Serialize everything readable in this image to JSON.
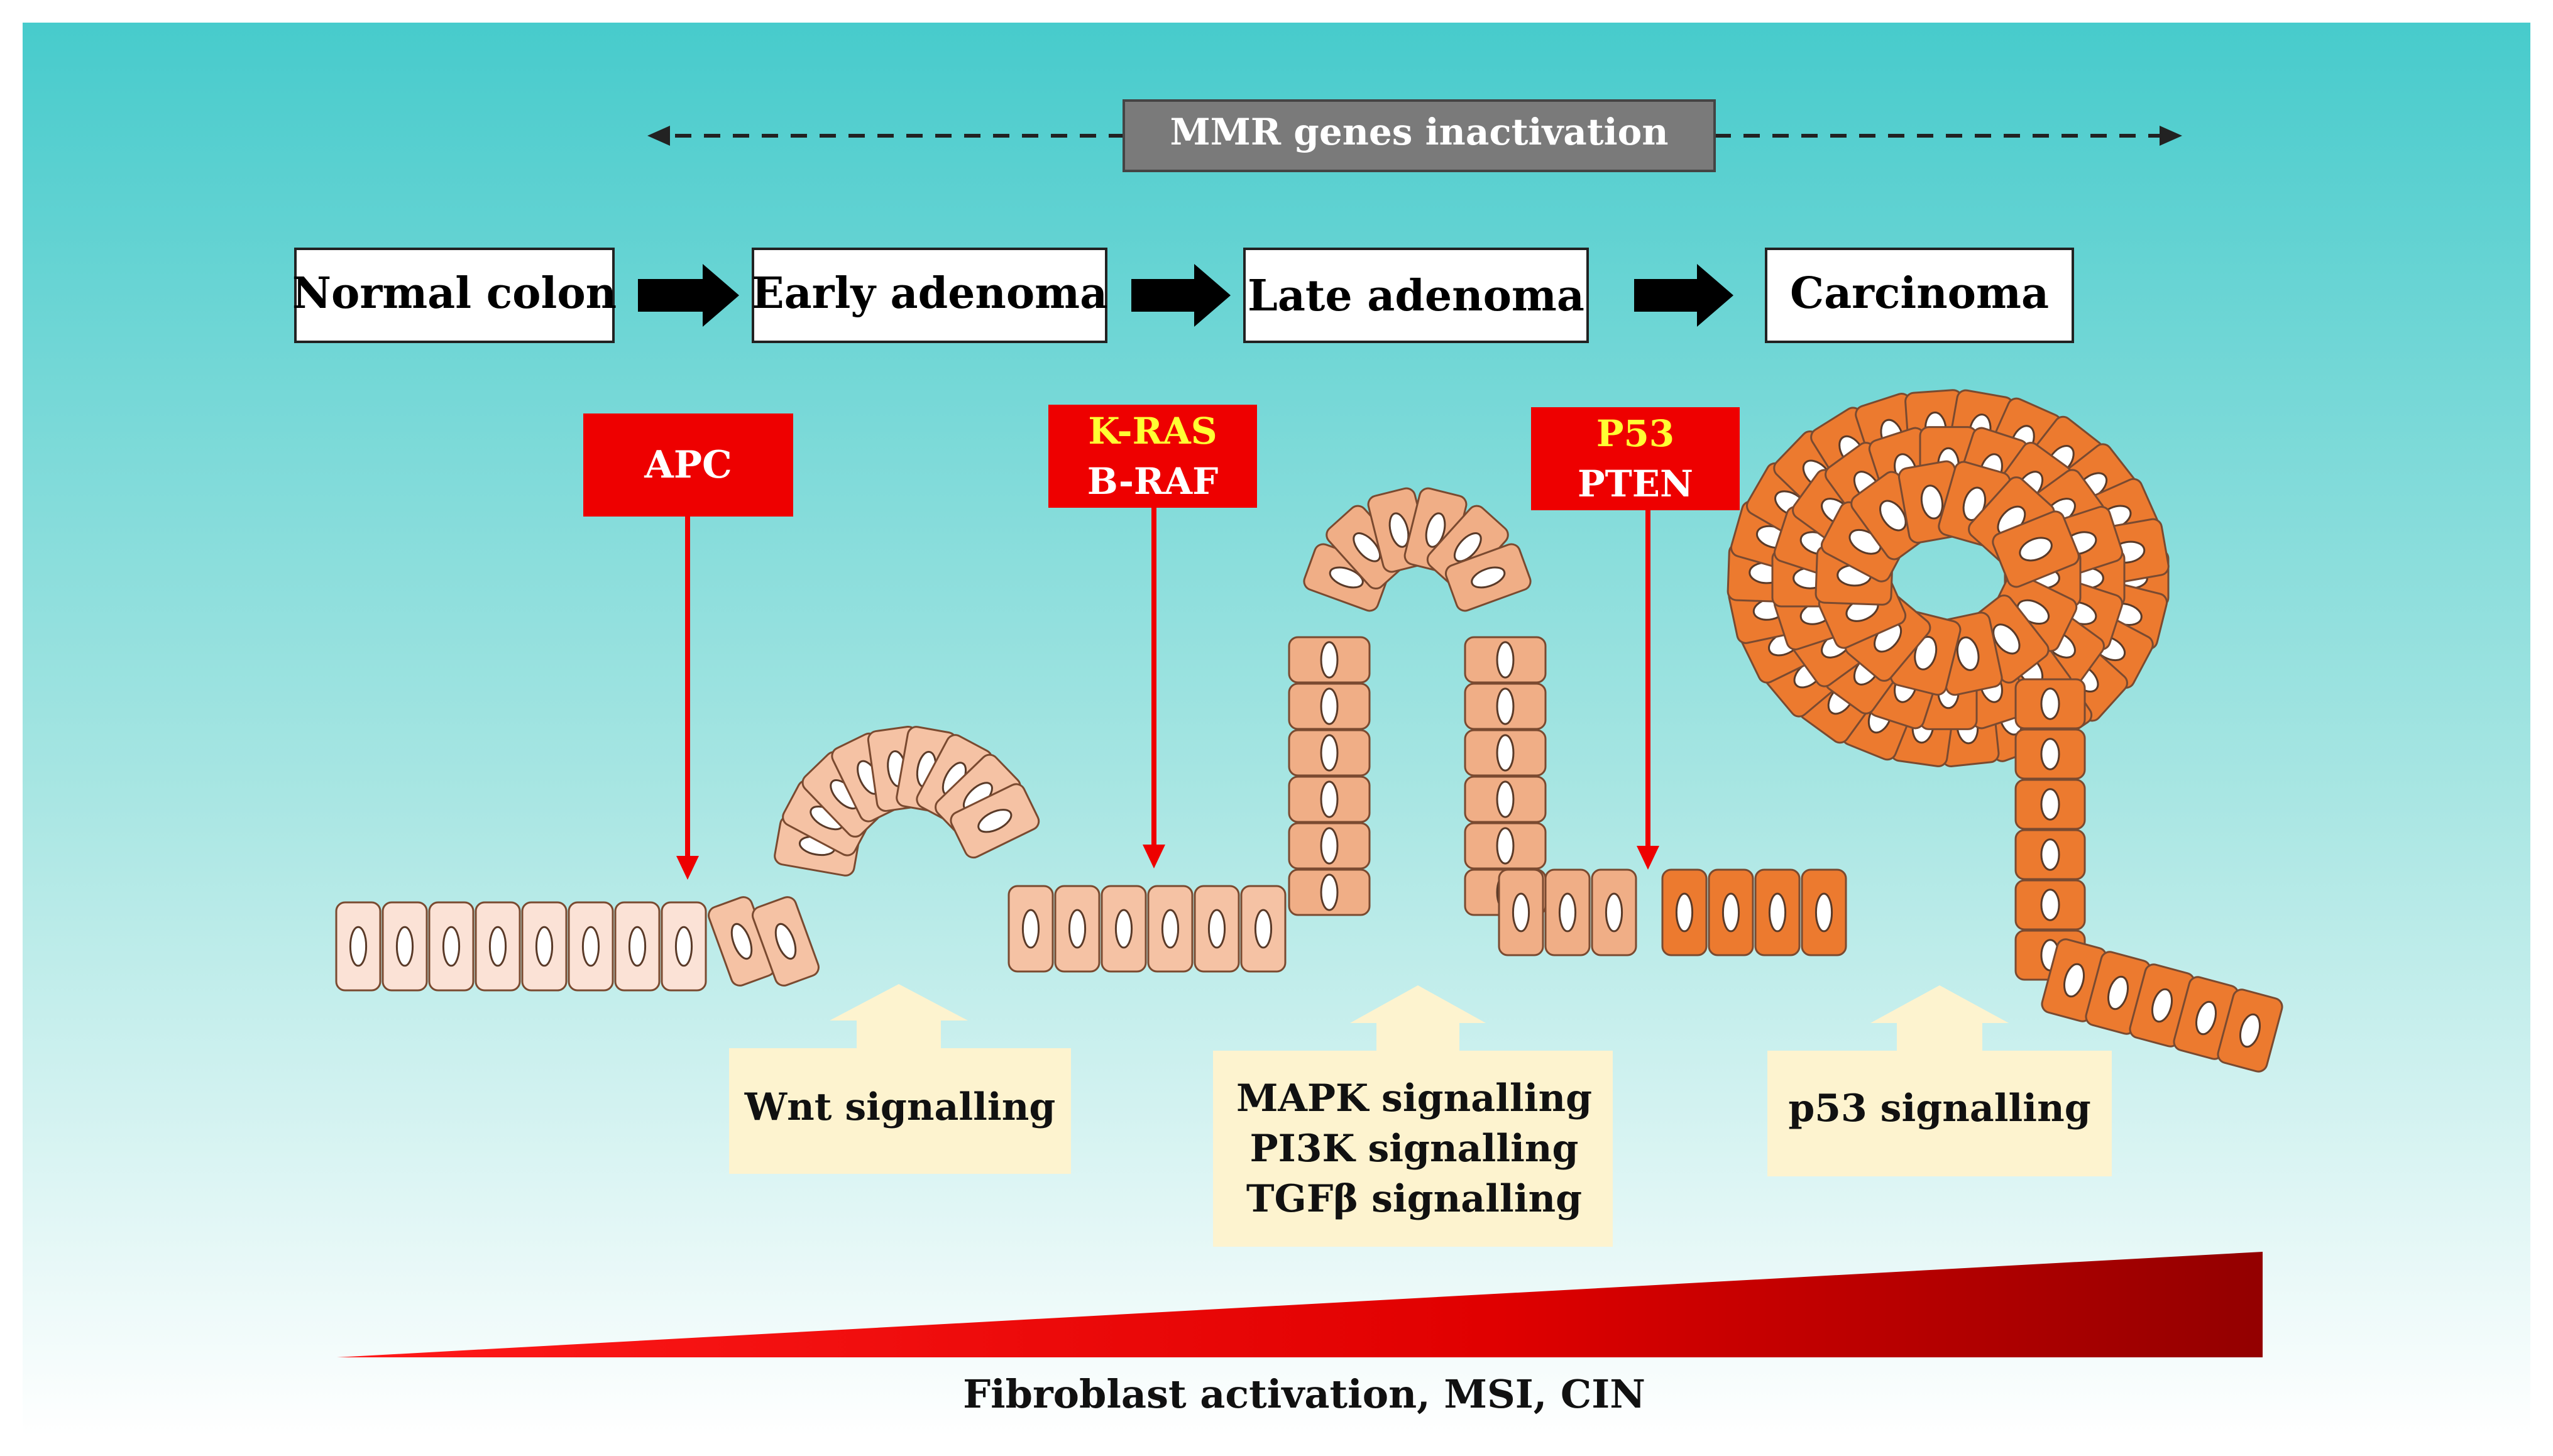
{
  "banner": {
    "label": "MMR genes inactivation"
  },
  "stages": [
    {
      "label": "Normal colon"
    },
    {
      "label": "Early adenoma"
    },
    {
      "label": "Late adenoma"
    },
    {
      "label": "Carcinoma"
    }
  ],
  "genes": [
    {
      "lines": [
        "APC"
      ]
    },
    {
      "lines": [
        "K-RAS",
        "B-RAF"
      ]
    },
    {
      "lines": [
        "P53",
        "PTEN"
      ]
    }
  ],
  "pathways": [
    {
      "lines": [
        "Wnt signalling"
      ]
    },
    {
      "lines": [
        "MAPK signalling",
        "PI3K signalling",
        "TGFβ signalling"
      ]
    },
    {
      "lines": [
        "p53 signalling"
      ]
    }
  ],
  "gradient_label": "Fibroblast activation, MSI, CIN",
  "colors": {
    "background_top": "#47cbcc",
    "background_bottom": "#ffffff",
    "banner": "#7a7a7a",
    "gene_box": "#ee0000",
    "gene_text_highlight": "#ffff33",
    "pathway_box": "#fdf3cf",
    "cell_normal": "#fbe2d6",
    "cell_early": "#f5c2a4",
    "cell_late": "#f0ae86",
    "cell_carcinoma": "#ec7a2f",
    "wedge_dark": "#9c0000",
    "wedge_light": "#ff0000"
  }
}
